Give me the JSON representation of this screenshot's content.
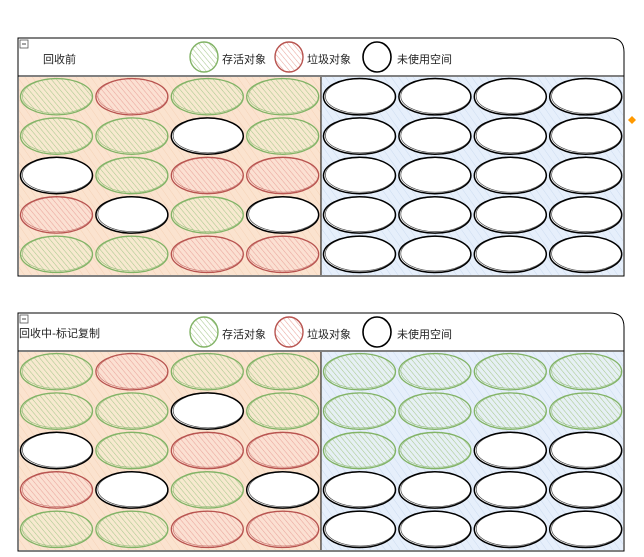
{
  "colors": {
    "live_fill": "#d5e8d4",
    "live_stroke": "#82b366",
    "garbage_fill": "#f8cecc",
    "garbage_stroke": "#b85450",
    "free_fill": "#ffffff",
    "free_stroke": "#000000",
    "left_region_bg": "#fbe3cf",
    "right_region_bg": "#dae8fc",
    "selection_handle": "#ff9900"
  },
  "legend": {
    "live": "存活对象",
    "garbage": "垃圾对象",
    "free": "未使用空间"
  },
  "panels": [
    {
      "title": "回收前",
      "left_grid": [
        [
          "live",
          "garbage",
          "live",
          "live"
        ],
        [
          "live",
          "live",
          "free",
          "live"
        ],
        [
          "free",
          "live",
          "garbage",
          "garbage"
        ],
        [
          "garbage",
          "free",
          "live",
          "free"
        ],
        [
          "live",
          "live",
          "garbage",
          "garbage"
        ]
      ],
      "right_grid": [
        [
          "free",
          "free",
          "free",
          "free"
        ],
        [
          "free",
          "free",
          "free",
          "free"
        ],
        [
          "free",
          "free",
          "free",
          "free"
        ],
        [
          "free",
          "free",
          "free",
          "free"
        ],
        [
          "free",
          "free",
          "free",
          "free"
        ]
      ]
    },
    {
      "title": "回收中-标记复制",
      "left_grid": [
        [
          "live",
          "garbage",
          "live",
          "live"
        ],
        [
          "live",
          "live",
          "free",
          "live"
        ],
        [
          "free",
          "live",
          "garbage",
          "garbage"
        ],
        [
          "garbage",
          "free",
          "live",
          "free"
        ],
        [
          "live",
          "live",
          "garbage",
          "garbage"
        ]
      ],
      "right_grid": [
        [
          "live",
          "live",
          "live",
          "live"
        ],
        [
          "live",
          "live",
          "live",
          "live"
        ],
        [
          "live",
          "live",
          "free",
          "free"
        ],
        [
          "free",
          "free",
          "free",
          "free"
        ],
        [
          "free",
          "free",
          "free",
          "free"
        ]
      ]
    }
  ]
}
